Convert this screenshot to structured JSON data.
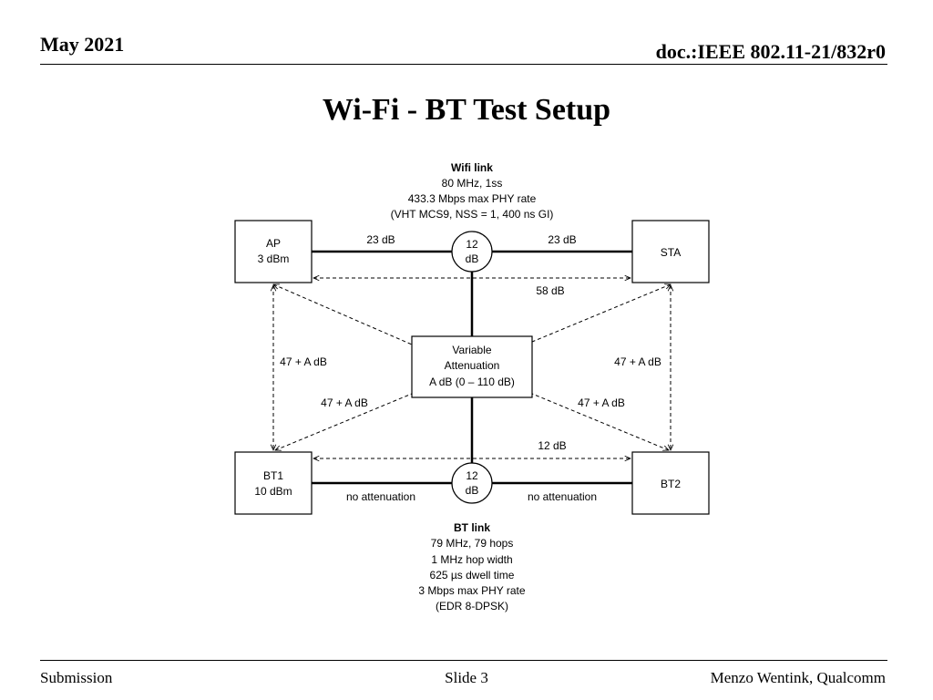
{
  "header": {
    "date": "May 2021",
    "doc": "doc.:IEEE 802.11-21/832r0"
  },
  "title": "Wi-Fi - BT Test Setup",
  "footer": {
    "left": "Submission",
    "center": "Slide 3",
    "right": "Menzo Wentink, Qualcomm"
  },
  "diagram": {
    "wifi_link": {
      "title": "Wifi link",
      "lines": [
        "80 MHz, 1ss",
        "433.3 Mbps max PHY rate",
        "(VHT MCS9, NSS = 1, 400 ns GI)"
      ]
    },
    "bt_link": {
      "title": "BT link",
      "lines": [
        "79 MHz, 79 hops",
        "1 MHz hop width",
        "625 µs dwell time",
        "3 Mbps max PHY rate",
        "(EDR 8-DPSK)"
      ]
    },
    "nodes": {
      "ap": {
        "name": "AP",
        "power": "3 dBm"
      },
      "sta": {
        "name": "STA"
      },
      "bt1": {
        "name": "BT1",
        "power": "10 dBm"
      },
      "bt2": {
        "name": "BT2"
      }
    },
    "splitter_top": {
      "line1": "12",
      "line2": "dB"
    },
    "splitter_bottom": {
      "line1": "12",
      "line2": "dB"
    },
    "variable_attenuation": {
      "line1": "Variable",
      "line2": "Attenuation",
      "line3": "A dB (0 – 110 dB)"
    },
    "labels": {
      "ap_to_splitter": "23 dB",
      "splitter_to_sta": "23 dB",
      "ap_sta_path": "58 dB",
      "ap_bt1_path": "47 + A dB",
      "sta_bt2_path": "47 + A dB",
      "ap_bt2_diag": "47 + A dB",
      "sta_bt1_diag": "47 + A dB",
      "bt1_bt2_path": "12 dB",
      "bt1_to_splitter": "no attenuation",
      "splitter_to_bt2": "no attenuation"
    }
  }
}
